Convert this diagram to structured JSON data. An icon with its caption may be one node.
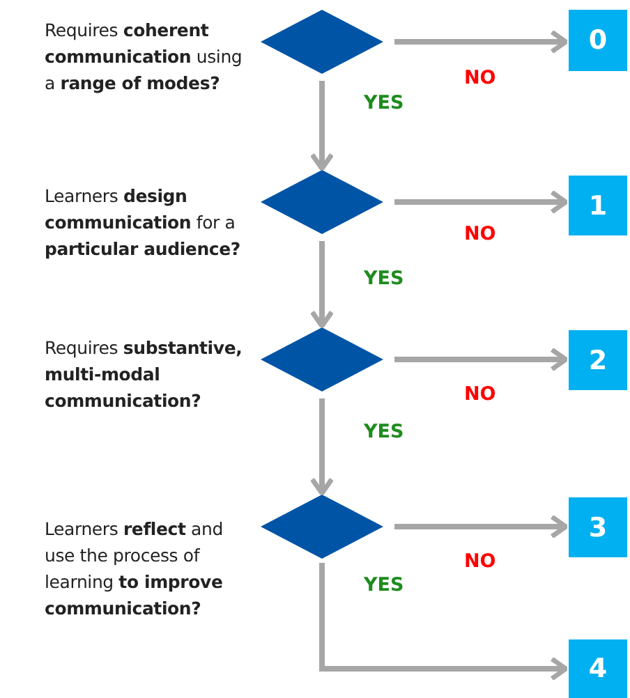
{
  "diagram": {
    "nodes": [
      {
        "text": [],
        "shape": "diamond",
        "beside": [
          "Requires **coherent communication** using a **range of modes?**"
        ]
      },
      {
        "text": [
          "0"
        ]
      },
      {
        "text": [],
        "shape": "diamond",
        "beside": [
          "Learners **design communication** for a **particular audience?**"
        ]
      },
      {
        "text": [
          "1"
        ]
      },
      {
        "text": [],
        "shape": "diamond",
        "beside": [
          "Requires **substantive, multi-modal communication?**"
        ]
      },
      {
        "text": [
          "2"
        ]
      },
      {
        "text": [],
        "shape": "diamond",
        "beside": [
          "Learners **reflect** and use the process of learning **to improve communication?**"
        ]
      },
      {
        "text": [
          "3"
        ]
      },
      {
        "text": [
          "4"
        ]
      }
    ],
    "edges": [
      {
        "from": 0,
        "to": 1,
        "arrow": "to",
        "label": "NO"
      },
      {
        "from": 0,
        "to": 2,
        "arrow": "to",
        "label": "YES"
      },
      {
        "from": 2,
        "to": 3,
        "arrow": "to",
        "label": "NO"
      },
      {
        "from": 2,
        "to": 4,
        "arrow": "to",
        "label": "YES"
      },
      {
        "from": 4,
        "to": 5,
        "arrow": "to",
        "label": "NO"
      },
      {
        "from": 4,
        "to": 6,
        "arrow": "to",
        "label": "YES"
      },
      {
        "from": 6,
        "to": 7,
        "arrow": "to",
        "label": "NO"
      },
      {
        "from": 6,
        "to": 8,
        "arrow": "to",
        "label": "YES"
      }
    ]
  }
}
